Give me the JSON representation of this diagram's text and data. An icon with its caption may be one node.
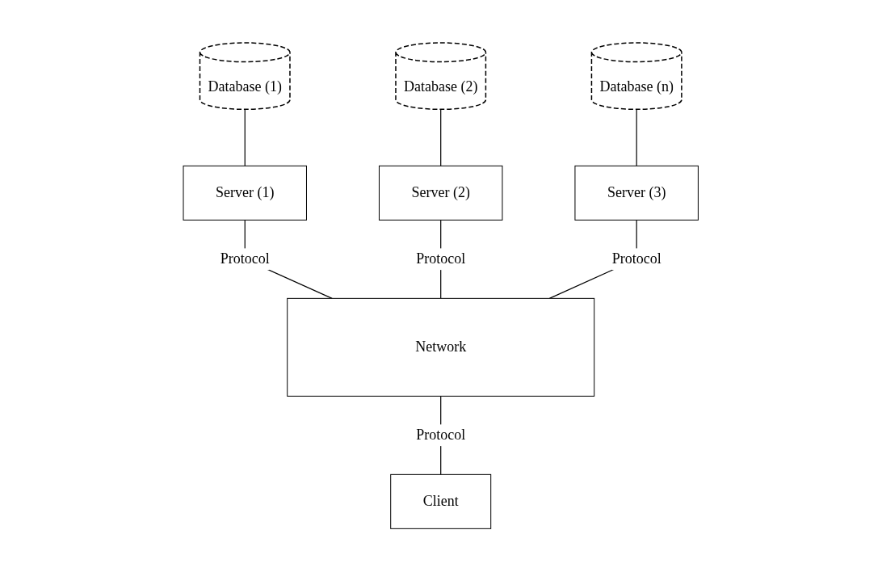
{
  "diagram": {
    "nodes": [
      {
        "text": [
          "Database (1)"
        ]
      },
      {
        "text": [
          "Database (2)"
        ]
      },
      {
        "text": [
          "Database (n)"
        ]
      },
      {
        "text": [
          "Server (1)"
        ]
      },
      {
        "text": [
          "Server (2)"
        ]
      },
      {
        "text": [
          "Server (3)"
        ]
      },
      {
        "text": [
          "Network"
        ]
      },
      {
        "text": [
          "Client"
        ]
      }
    ],
    "edges": [
      {
        "from": 0,
        "to": 3,
        "arrow": "none"
      },
      {
        "from": 1,
        "to": 4,
        "arrow": "none"
      },
      {
        "from": 2,
        "to": 5,
        "arrow": "none"
      },
      {
        "from": 3,
        "to": 6,
        "arrow": "none",
        "label": "Protocol"
      },
      {
        "from": 4,
        "to": 6,
        "arrow": "none",
        "label": "Protocol"
      },
      {
        "from": 5,
        "to": 6,
        "arrow": "none",
        "label": "Protocol"
      },
      {
        "from": 6,
        "to": 7,
        "arrow": "none",
        "label": "Protocol"
      }
    ]
  }
}
